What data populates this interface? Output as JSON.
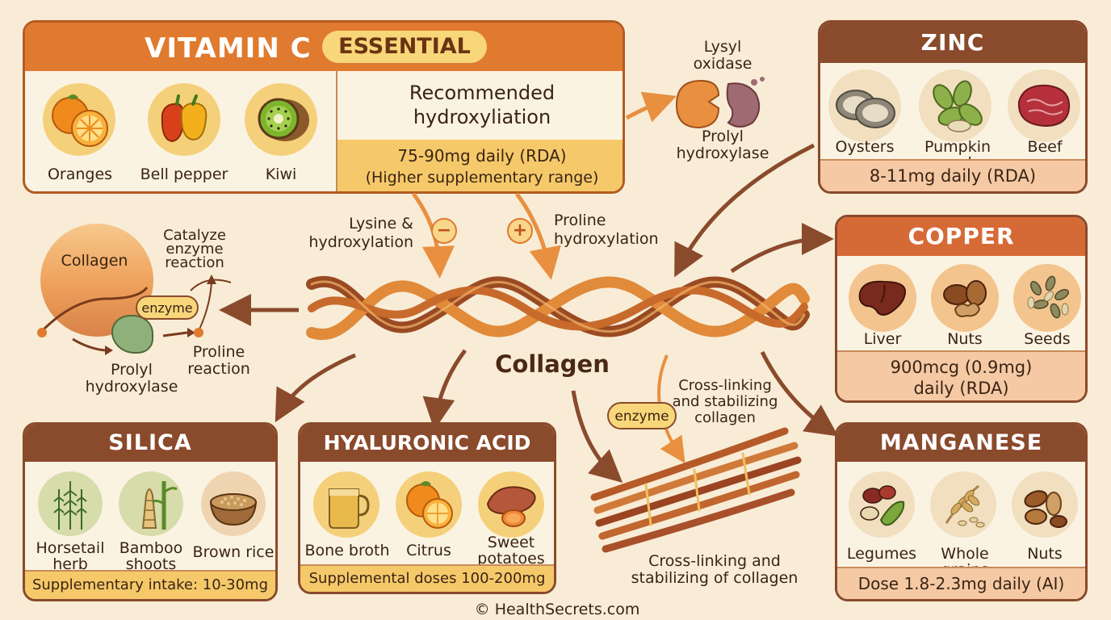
{
  "vitamin_c": {
    "title": "VITAMIN C",
    "badge": "ESSENTIAL",
    "foods": [
      "Oranges",
      "Bell pepper",
      "Kiwi"
    ],
    "rec_line1": "Recommended",
    "rec_line2": "hydroxyliation",
    "dose_line1": "75-90mg daily (RDA)",
    "dose_line2": "(Higher supplementary range)"
  },
  "zinc": {
    "title": "ZINC",
    "foods": [
      "Oysters",
      "Pumpkin seeds",
      "Beef"
    ],
    "dose": "8-11mg daily (RDA)"
  },
  "copper": {
    "title": "COPPER",
    "foods": [
      "Liver",
      "Nuts",
      "Seeds"
    ],
    "dose_line1": "900mcg (0.9mg)",
    "dose_line2": "daily (RDA)"
  },
  "manganese": {
    "title": "MANGANESE",
    "foods": [
      "Legumes",
      "Whole grains",
      "Nuts"
    ],
    "dose": "Dose 1.8-2.3mg daily (AI)"
  },
  "silica": {
    "title": "SILICA",
    "foods": [
      "Horsetail\nherb",
      "Bamboo\nshoots",
      "Brown rice"
    ],
    "dose": "Supplementary intake: 10-30mg"
  },
  "hyaluronic": {
    "title": "HYALURONIC ACID",
    "foods": [
      "Bone broth",
      "Citrus",
      "Sweet\npotatoes"
    ],
    "dose": "Supplemental doses 100-200mg"
  },
  "center": {
    "collagen_label": "Collagen",
    "lysyl_line1": "Lysyl",
    "lysyl_line2": "oxidase",
    "prolyl_top_line1": "Prolyl",
    "prolyl_top_line2": "hydroxylase",
    "lysine_line1": "Lysine &",
    "lysine_line2": "hydroxylation",
    "minus": "−",
    "plus": "+",
    "proline_line1": "Proline",
    "proline_line2": "hydroxylation",
    "crosslink_line1": "Cross-linking",
    "crosslink_line2": "and stabilizing",
    "crosslink_line3": "collagen",
    "enzyme": "enzyme",
    "crosslink_bottom_line1": "Cross-linking and",
    "crosslink_bottom_line2": "stabilizing of collagen"
  },
  "left_diagram": {
    "collagen": "Collagen",
    "catalyze_line1": "Catalyze",
    "catalyze_line2": "enzyme",
    "catalyze_line3": "reaction",
    "enzyme": "enzyme",
    "prolyl_line1": "Prolyl",
    "prolyl_line2": "hydroxylase",
    "proline_line1": "Proline",
    "proline_line2": "reaction"
  },
  "credit": "© HealthSecrets.com",
  "colors": {
    "background": "#f8ecd6",
    "header_orange": "#e07a2e",
    "header_brown": "#8a4a2c",
    "dose_band": "#f5c96a",
    "arrow": "#8a4a2c",
    "arrow_orange": "#e89040"
  }
}
